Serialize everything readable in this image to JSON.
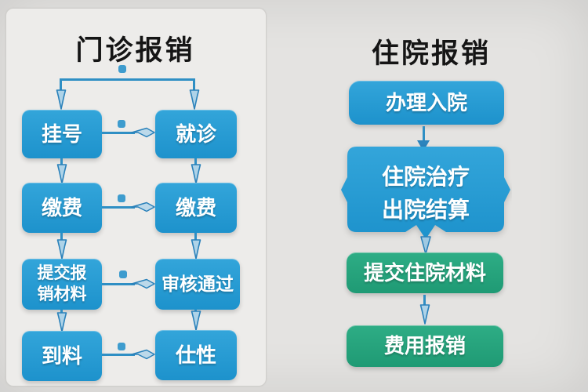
{
  "colors": {
    "page_bg": "#e4e3e1",
    "card_bg": "#edecea",
    "blue_box": "#2199d3",
    "green_box": "#28a47d",
    "connector": "#2f8fc4",
    "title_text": "#151515",
    "box_text": "#ffffff"
  },
  "left_panel": {
    "title": "门诊报销",
    "rows": [
      {
        "left": "挂号",
        "right": "就诊"
      },
      {
        "left": "缴费",
        "right": "缴费"
      },
      {
        "left_line1": "提交报",
        "left_line2": "销材料",
        "right": "审核通过"
      },
      {
        "left": "到料",
        "right": "仕性"
      }
    ]
  },
  "right_panel": {
    "title": "住院报销",
    "step1": "办理入院",
    "step2_line1": "住院治疗",
    "step2_line2": "出院结算",
    "step3": "提交住院材料",
    "step4": "费用报销"
  }
}
